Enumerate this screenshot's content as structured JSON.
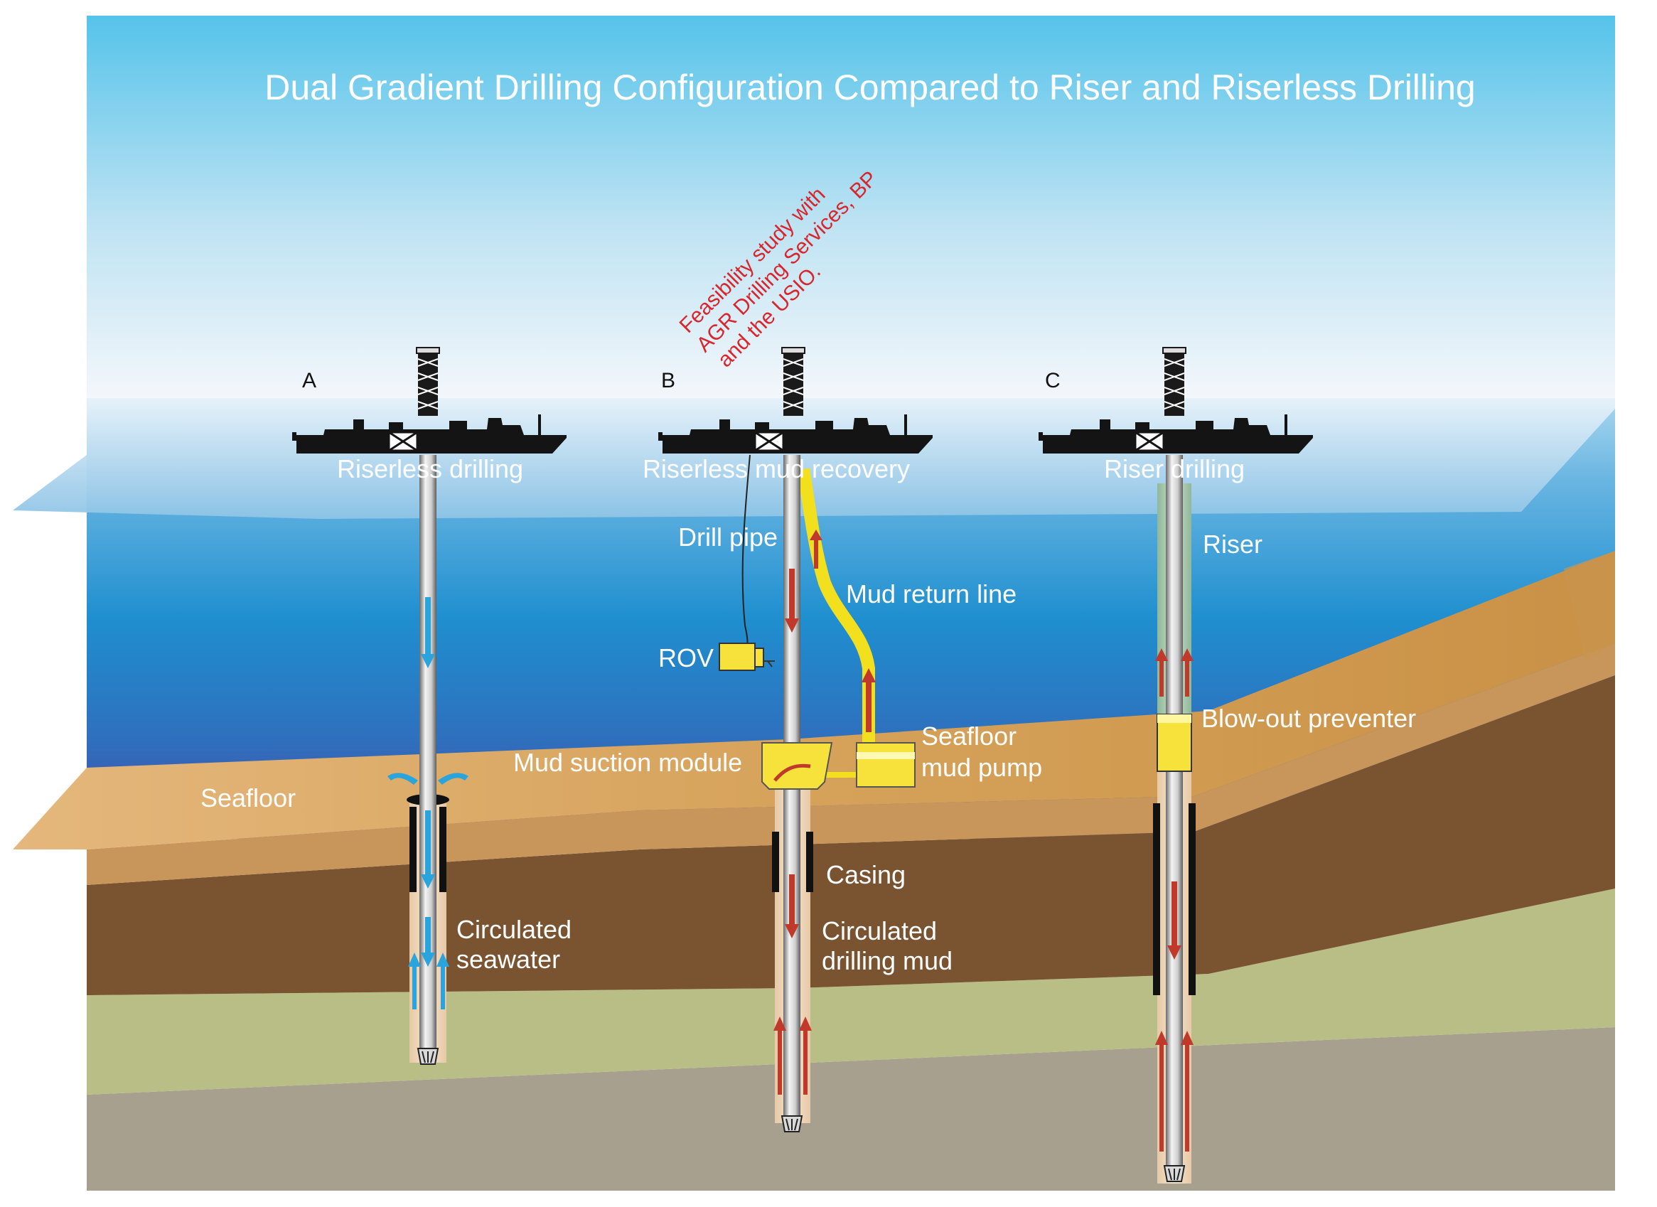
{
  "title": "Dual Gradient Drilling Configuration Compared to Riser and Riserless Drilling",
  "note_lines": [
    "Feasibility study with",
    "AGR Drilling Services, BP",
    "and the USIO."
  ],
  "colors": {
    "sky_top": "#5ec8ec",
    "sky_bottom": "#f4f7fb",
    "sea_top": "#8fcbea",
    "sea_mid": "#1f8fcf",
    "sea_deep": "#4b4aa5",
    "sand": "#d2a258",
    "brown": "#7a5331",
    "olive": "#b9bd86",
    "gray": "#a7a08f",
    "mud_line": "#f2e01f",
    "pump_yellow": "#f7e23c",
    "flow_water": "#29a4dc",
    "flow_mud": "#c0392b",
    "note_red": "#d8262c"
  },
  "panels": [
    {
      "letter": "A",
      "name": "Riserless drilling",
      "labels": {
        "flow": [
          "Circulated",
          "seawater"
        ]
      }
    },
    {
      "letter": "B",
      "name": "Riserless mud recovery",
      "labels": {
        "drill_pipe": "Drill pipe",
        "return_line": "Mud return line",
        "rov": "ROV",
        "suction": "Mud suction module",
        "pump": [
          "Seafloor",
          "mud pump"
        ],
        "casing": "Casing",
        "flow": [
          "Circulated",
          "drilling mud"
        ]
      }
    },
    {
      "letter": "C",
      "name": "Riser drilling",
      "labels": {
        "riser": "Riser",
        "bop": "Blow-out preventer"
      }
    }
  ],
  "seafloor_label": "Seafloor",
  "icons": [
    "drill-ship-icon",
    "derrick-icon",
    "drill-bit-icon",
    "rov-icon",
    "flow-arrow-icon"
  ]
}
